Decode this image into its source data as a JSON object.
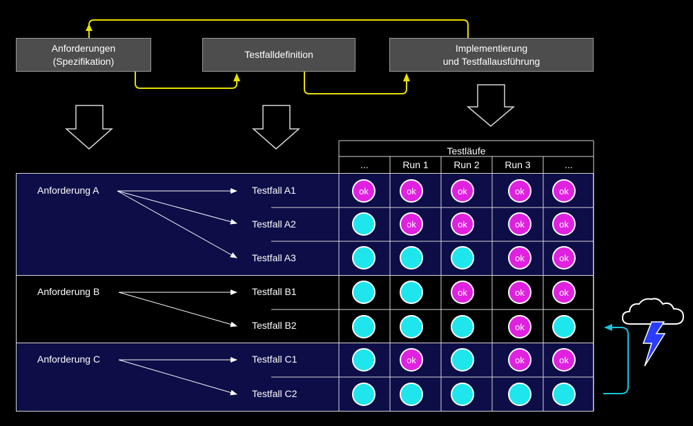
{
  "process": {
    "box1": [
      "Anforderungen",
      "(Spezifikation)"
    ],
    "box2": [
      "Testfalldefinition"
    ],
    "box3": [
      "Implementierung",
      "und Testfallausführung"
    ]
  },
  "table": {
    "title": "Testläufe",
    "columns": [
      "...",
      "Run 1",
      "Run 2",
      "Run 3",
      "..."
    ],
    "requirements": [
      "Anforderung A",
      "Anforderung B",
      "Anforderung C"
    ],
    "testcases": [
      "Testfall A1",
      "Testfall A2",
      "Testfall A3",
      "Testfall B1",
      "Testfall B2",
      "Testfall C1",
      "Testfall C2"
    ],
    "ok_label": "ok",
    "results": [
      [
        1,
        1,
        1,
        1,
        1
      ],
      [
        0,
        1,
        1,
        1,
        1
      ],
      [
        0,
        0,
        0,
        1,
        1
      ],
      [
        0,
        0,
        1,
        1,
        1
      ],
      [
        0,
        0,
        0,
        1,
        0
      ],
      [
        0,
        1,
        0,
        1,
        1
      ],
      [
        0,
        0,
        0,
        0,
        0
      ]
    ]
  },
  "colors": {
    "ok": "#e021e0",
    "not_ok": "#1ee6ec",
    "flow": "#e8e000",
    "feedback": "#19c6dc",
    "lightning": "#2a3cff"
  },
  "icons": [
    "storm-cloud-icon",
    "lightning-icon"
  ]
}
